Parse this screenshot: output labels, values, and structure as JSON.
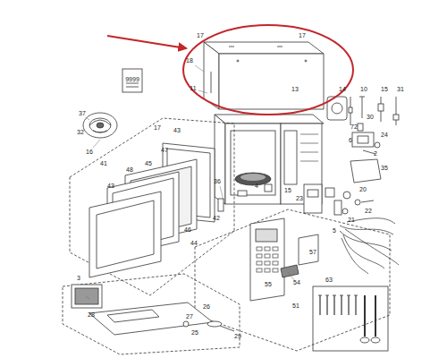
{
  "diagram": {
    "labels": [
      "17",
      "17",
      "18",
      "9999",
      "11",
      "13",
      "14",
      "10",
      "15",
      "31",
      "37",
      "32",
      "16",
      "17",
      "43",
      "47",
      "45",
      "41",
      "72",
      "30",
      "6",
      "24",
      "2",
      "35",
      "36",
      "4",
      "15",
      "23",
      "20",
      "21",
      "22",
      "5",
      "48",
      "43",
      "42",
      "46",
      "44",
      "57",
      "54",
      "55",
      "51",
      "3",
      "28",
      "26",
      "27",
      "25",
      "29",
      "63"
    ]
  }
}
